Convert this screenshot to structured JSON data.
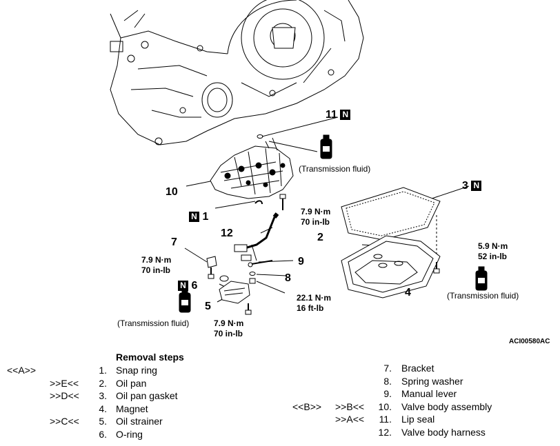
{
  "diagram": {
    "code": "ACI00580AC",
    "labels": {
      "p1": "1",
      "p2": "2",
      "p3": "3",
      "p4": "4",
      "p5": "5",
      "p6": "6",
      "p7": "7",
      "p8": "8",
      "p9": "9",
      "p10": "10",
      "p11": "11",
      "p12": "12",
      "n": "N"
    },
    "torques": {
      "vb_bolt": [
        "7.9 N·m",
        "70 in-lb"
      ],
      "bracket_bolt": [
        "7.9 N·m",
        "70 in-lb"
      ],
      "lever_nut": [
        "22.1 N·m",
        "16 ft-lb"
      ],
      "strainer_bolt": [
        "7.9 N·m",
        "70 in-lb"
      ],
      "pan_bolt": [
        "5.9 N·m",
        "52 in-lb"
      ]
    },
    "fluid_label": "(Transmission fluid)"
  },
  "steps": {
    "title": "Removal steps",
    "left": [
      {
        "mark1": "<<A>>",
        "mark2": "",
        "num": "1.",
        "text": "Snap ring"
      },
      {
        "mark1": "",
        "mark2": ">>E<<",
        "num": "2.",
        "text": "Oil pan"
      },
      {
        "mark1": "",
        "mark2": ">>D<<",
        "num": "3.",
        "text": "Oil pan gasket"
      },
      {
        "mark1": "",
        "mark2": "",
        "num": "4.",
        "text": "Magnet"
      },
      {
        "mark1": "",
        "mark2": ">>C<<",
        "num": "5.",
        "text": "Oil strainer"
      },
      {
        "mark1": "",
        "mark2": "",
        "num": "6.",
        "text": "O-ring"
      }
    ],
    "right": [
      {
        "mark1": "",
        "mark2": "",
        "num": "7.",
        "text": "Bracket"
      },
      {
        "mark1": "",
        "mark2": "",
        "num": "8.",
        "text": "Spring washer"
      },
      {
        "mark1": "",
        "mark2": "",
        "num": "9.",
        "text": "Manual lever"
      },
      {
        "mark1": "<<B>>",
        "mark2": ">>B<<",
        "num": "10.",
        "text": "Valve body assembly"
      },
      {
        "mark1": "",
        "mark2": ">>A<<",
        "num": "11.",
        "text": "Lip seal"
      },
      {
        "mark1": "",
        "mark2": "",
        "num": "12.",
        "text": "Valve body harness"
      }
    ]
  }
}
